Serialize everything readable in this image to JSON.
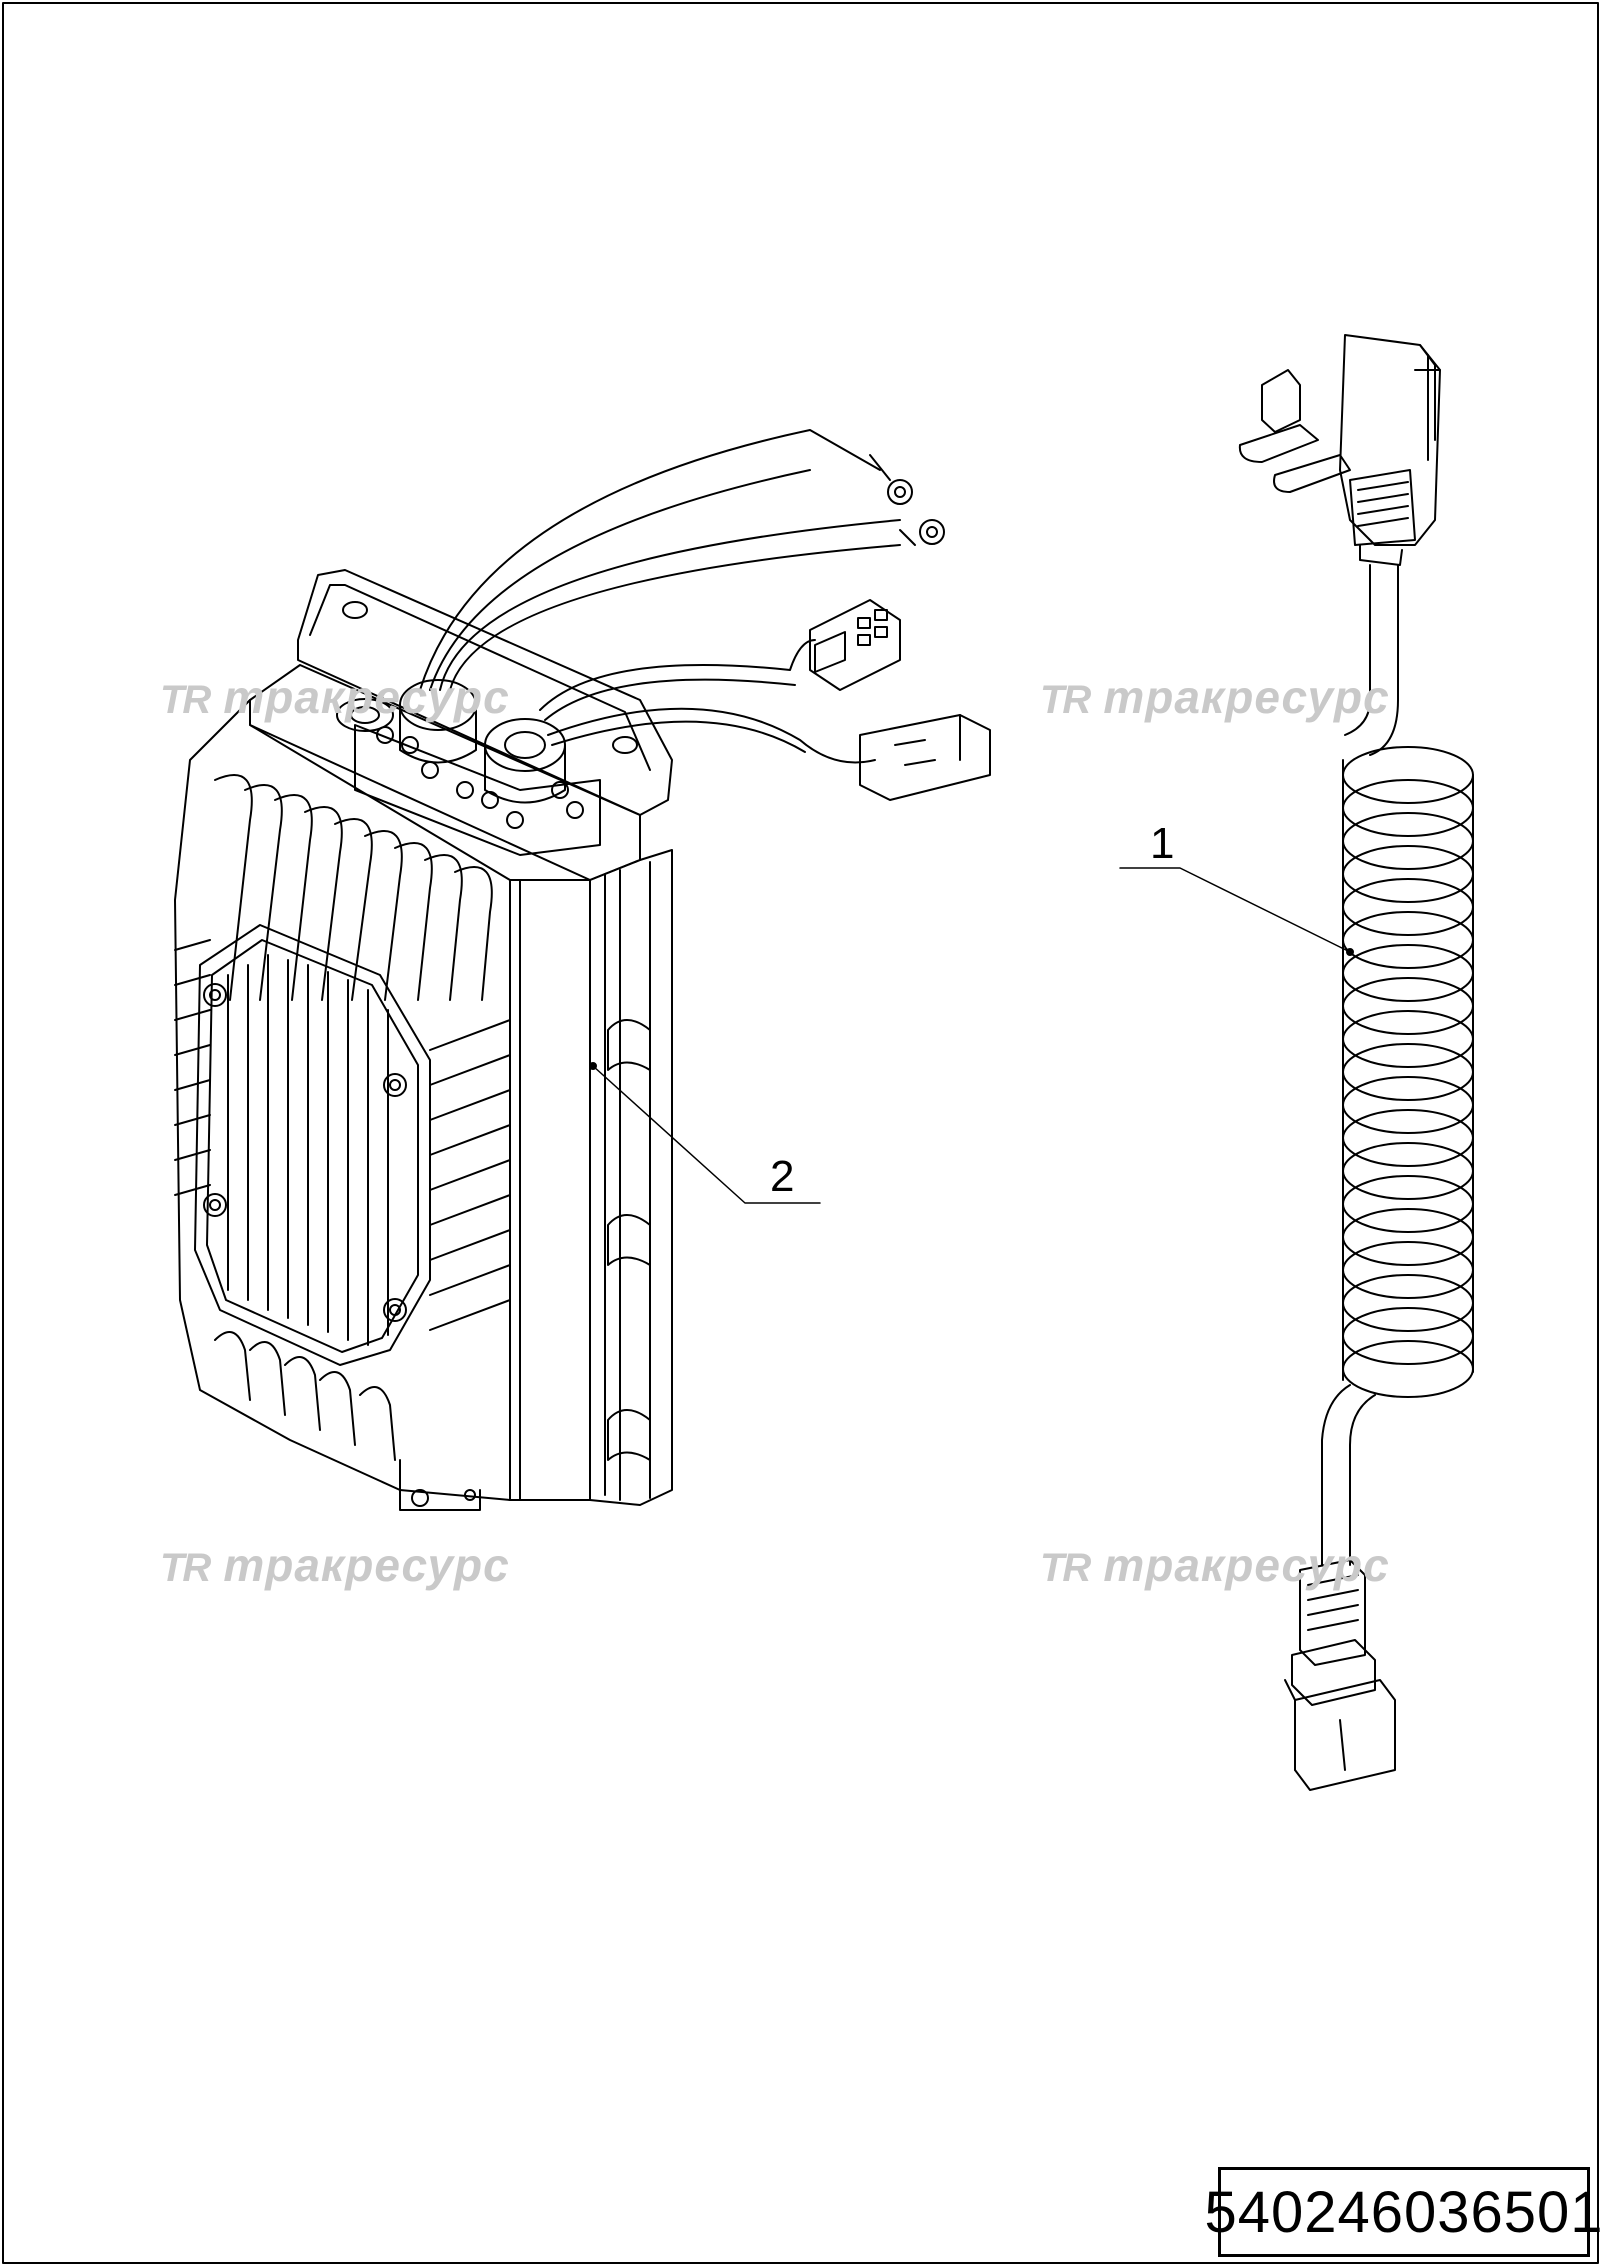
{
  "drawing": {
    "part_number": "540246036501",
    "callouts": [
      "1",
      "2"
    ]
  },
  "watermark": {
    "logo": "TR",
    "text": "тракресурс",
    "color": "#c9c9c9"
  },
  "colors": {
    "line": "#000000",
    "background": "#ffffff"
  }
}
